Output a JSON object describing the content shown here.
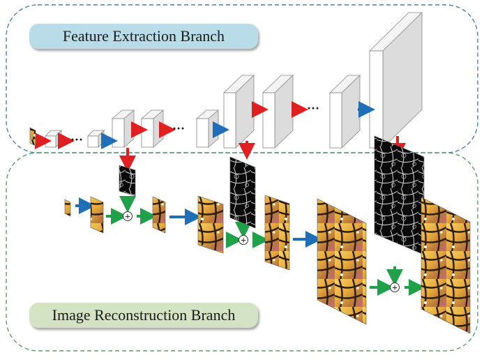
{
  "labels": {
    "feature_extraction": "Feature Extraction Branch",
    "image_reconstruction": "Image Reconstruction Branch",
    "ellipsis": "···",
    "sum_symbol": "+"
  },
  "colors": {
    "fe_border": "#4a7fa8",
    "ir_border": "#5a9e6a",
    "fe_label_bg": "#b9dde8",
    "ir_label_bg": "#d4e3c3",
    "arrow_red": "#e02020",
    "arrow_blue": "#1f6fb8",
    "arrow_green": "#21a04a",
    "block_face": "#ffffff",
    "block_side": "#dcdcdc",
    "block_edge": "#888888"
  },
  "icons": {
    "image_patch": "butterfly-image",
    "residual_map": "edge-residual-image",
    "sum_node": "circled-plus"
  }
}
